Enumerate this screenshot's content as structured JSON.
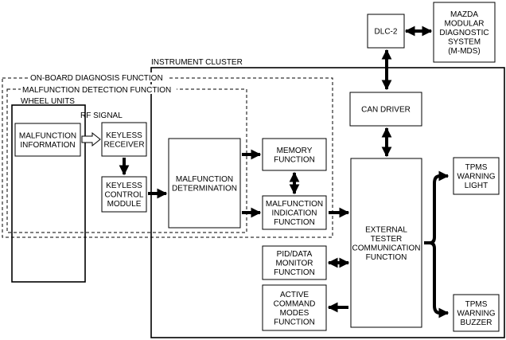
{
  "diagram": {
    "regions": {
      "instrument_cluster": "INSTRUMENT CLUSTER",
      "onboard_diagnosis": "ON-BOARD DIAGNOSIS FUNCTION",
      "malfunction_detection": "MALFUNCTION DETECTION FUNCTION",
      "wheel_units": "WHEEL UNITS",
      "rf_signal": "RF SIGNAL"
    },
    "nodes": {
      "dlc2": [
        "DLC-2"
      ],
      "mmds": [
        "MAZDA",
        "MODULAR",
        "DIAGNOSTIC",
        "SYSTEM",
        "(M-MDS)"
      ],
      "can_driver": [
        "CAN DRIVER"
      ],
      "malfunction_information": [
        "MALFUNCTION",
        "INFORMATION"
      ],
      "keyless_receiver": [
        "KEYLESS",
        "RECEIVER"
      ],
      "keyless_control_module": [
        "KEYLESS",
        "CONTROL",
        "MODULE"
      ],
      "malfunction_determination": [
        "MALFUNCTION",
        "DETERMINATION"
      ],
      "memory_function": [
        "MEMORY",
        "FUNCTION"
      ],
      "malfunction_indication": [
        "MALFUNCTION",
        "INDICATION",
        "FUNCTION"
      ],
      "external_tester": [
        "EXTERNAL",
        "TESTER",
        "COMMUNICATION",
        "FUNCTION"
      ],
      "pid_data_monitor": [
        "PID/DATA",
        "MONITOR",
        "FUNCTION"
      ],
      "active_command_modes": [
        "ACTIVE",
        "COMMAND",
        "MODES",
        "FUNCTION"
      ],
      "tpms_warning_light": [
        "TPMS",
        "WARNING",
        "LIGHT"
      ],
      "tpms_warning_buzzer": [
        "TPMS",
        "WARNING",
        "BUZZER"
      ]
    }
  }
}
